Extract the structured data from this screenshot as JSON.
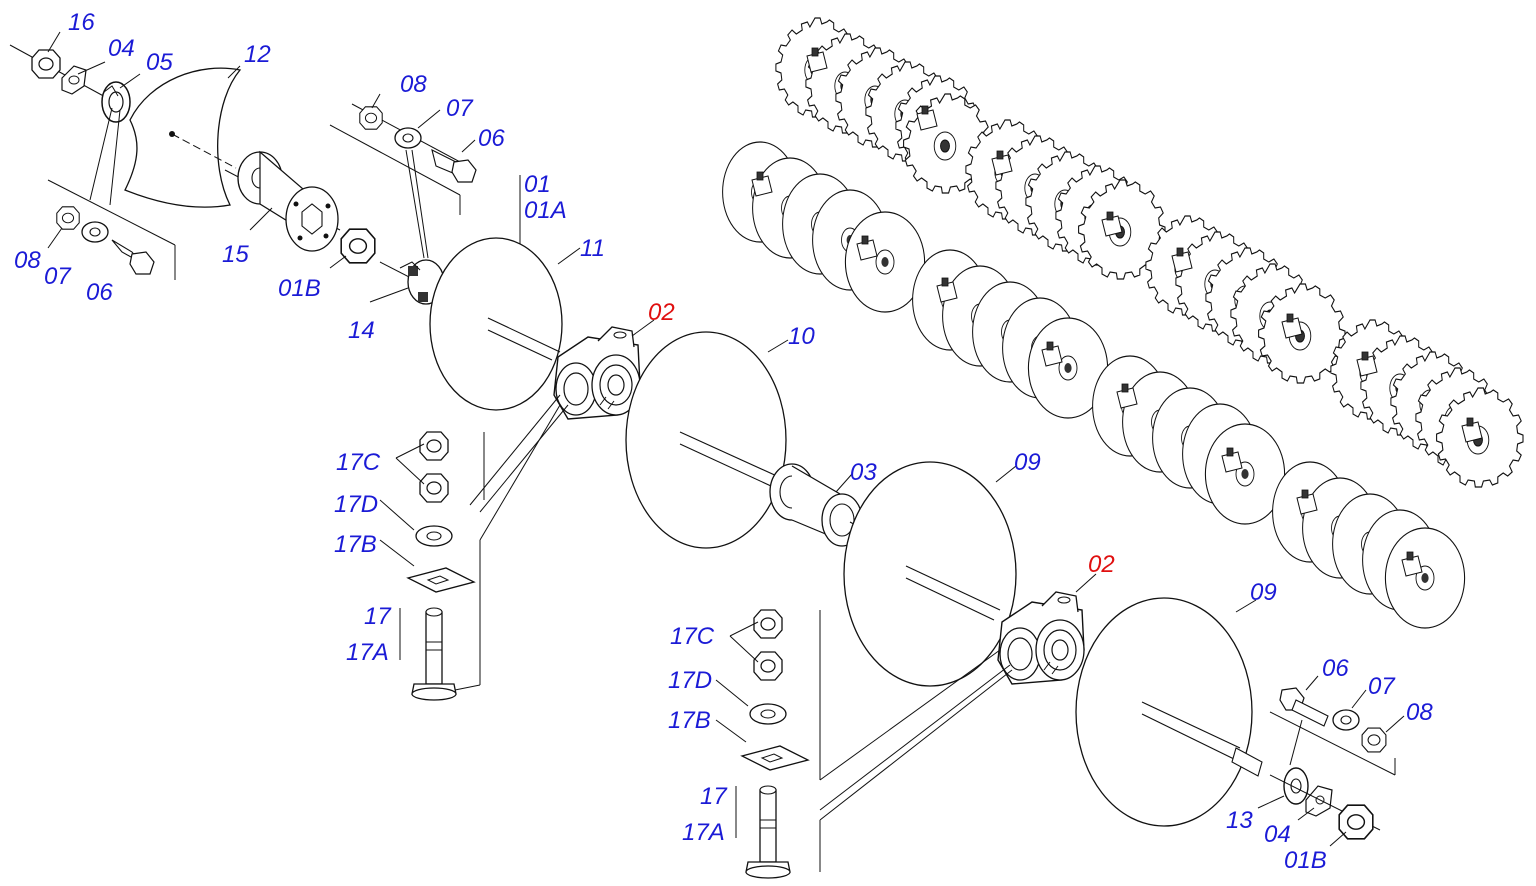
{
  "colors": {
    "label": "#1b1bd6",
    "highlight": "#e01010",
    "line": "#111111"
  },
  "labels": {
    "p16": "16",
    "p04_a": "04",
    "p05": "05",
    "p12": "12",
    "p08_a": "08",
    "p07_a": "07",
    "p06_a": "06",
    "p08_b": "08",
    "p07_b": "07",
    "p06_b": "06",
    "p15": "15",
    "p01b_a": "01B",
    "p01": "01",
    "p01a": "01A",
    "p11": "11",
    "p14": "14",
    "p02_a": "02",
    "p10": "10",
    "p17c_a": "17C",
    "p17d_a": "17D",
    "p17b_a": "17B",
    "p17_a": "17",
    "p17a_a": "17A",
    "p03": "03",
    "p09_a": "09",
    "p02_b": "02",
    "p09_b": "09",
    "p17c_b": "17C",
    "p17d_b": "17D",
    "p17b_b": "17B",
    "p17_b": "17",
    "p17a_b": "17A",
    "p06_c": "06",
    "p07_c": "07",
    "p08_c": "08",
    "p13": "13",
    "p04_b": "04",
    "p01b_b": "01B"
  }
}
